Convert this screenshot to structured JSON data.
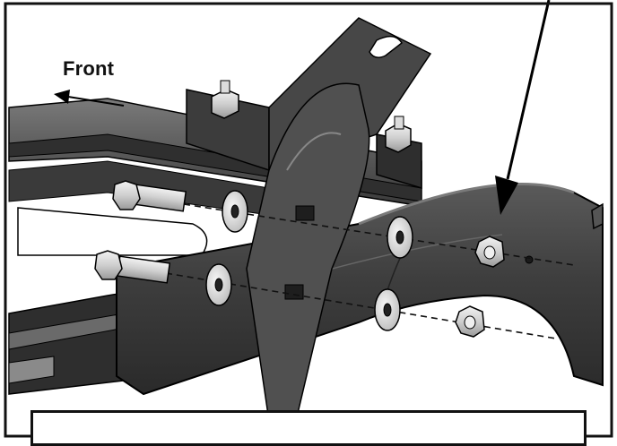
{
  "callout": {
    "direction_label": "Front"
  },
  "colors": {
    "frame": "#2a2a2a",
    "steel_dark": "#3a3a3a",
    "steel_mid": "#6e6e6e",
    "steel_light": "#9a9a9a",
    "hardware": "#d8d8d8",
    "outline": "#000000"
  },
  "parts": [
    {
      "name": "bolt-upper",
      "kind": "hex bolt"
    },
    {
      "name": "bolt-lower",
      "kind": "hex bolt"
    },
    {
      "name": "washers",
      "kind": "flat washer",
      "count": 4
    },
    {
      "name": "nut-upper",
      "kind": "hex nut"
    },
    {
      "name": "nut-lower",
      "kind": "hex nut"
    },
    {
      "name": "mounting-bracket",
      "kind": "bracket"
    },
    {
      "name": "curved-tube",
      "kind": "frame tube"
    }
  ]
}
